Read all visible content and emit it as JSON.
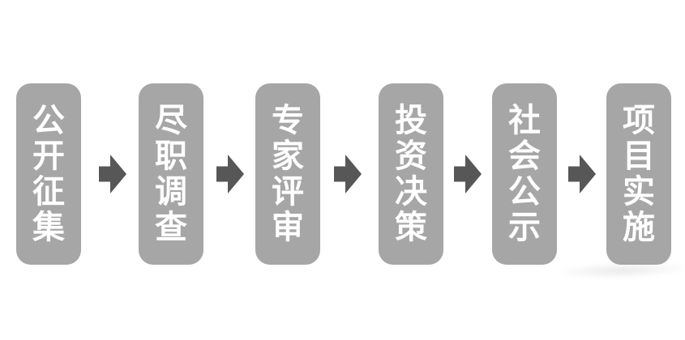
{
  "diagram": {
    "type": "flowchart",
    "direction": "left-to-right",
    "stages": [
      {
        "label": "公开征集"
      },
      {
        "label": "尽职调查"
      },
      {
        "label": "专家评审"
      },
      {
        "label": "投资决策"
      },
      {
        "label": "社会公示"
      },
      {
        "label": "项目实施"
      }
    ],
    "connector_icon": "block-arrow-right-icon",
    "colors": {
      "stage_fill": "#a6a6a6",
      "stage_text": "#ffffff",
      "arrow_fill": "#575757",
      "background": "#ffffff"
    }
  }
}
